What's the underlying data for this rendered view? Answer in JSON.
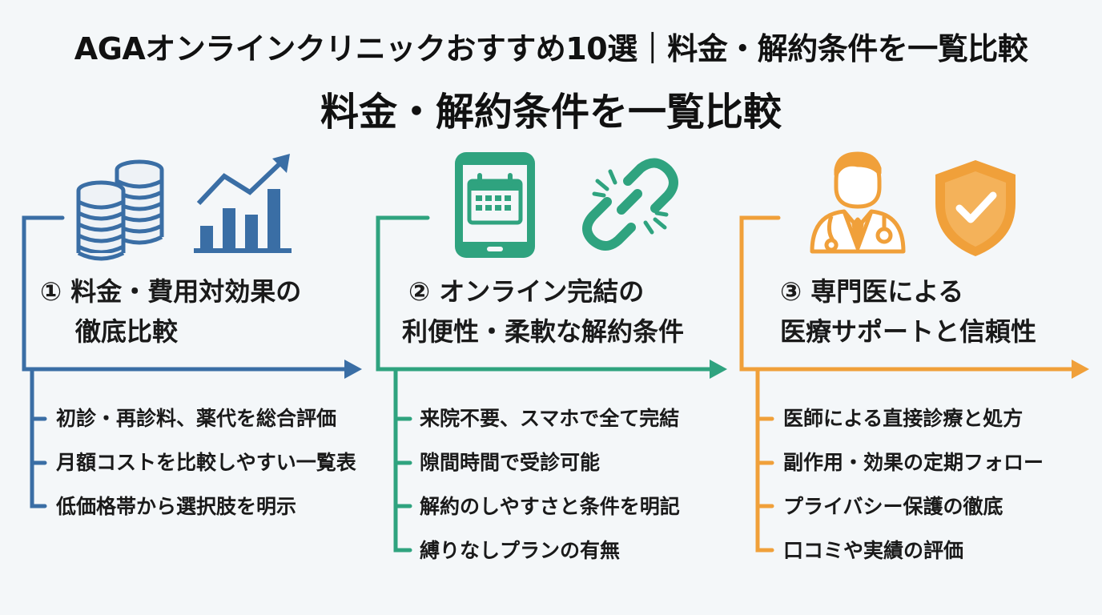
{
  "header": {
    "title": "AGAオンラインクリニックおすすめ10選｜料金・解約条件を一覧比較",
    "subtitle": "料金・解約条件を一覧比較"
  },
  "colors": {
    "blue": "#3a6ea5",
    "green": "#2fa37f",
    "orange": "#f0a03a"
  },
  "columns": [
    {
      "number": "①",
      "heading_line1": "① 料金・費用対効果の",
      "heading_line2": "徹底比較",
      "icons": [
        "coin-stack-icon",
        "growth-chart-icon"
      ],
      "items": [
        "初診・再診料、薬代を総合評価",
        "月額コストを比較しやすい一覧表",
        "低価格帯から選択肢を明示"
      ]
    },
    {
      "number": "②",
      "heading_line1": "② オンライン完結の",
      "heading_line2": "利便性・柔軟な解約条件",
      "icons": [
        "smartphone-calendar-icon",
        "broken-chain-icon"
      ],
      "items": [
        "来院不要、スマホで全て完結",
        "隙間時間で受診可能",
        "解約のしやすさと条件を明記",
        "縛りなしプランの有無"
      ]
    },
    {
      "number": "③",
      "heading_line1": "③ 専門医による",
      "heading_line2": "医療サポートと信頼性",
      "icons": [
        "doctor-icon",
        "shield-check-icon"
      ],
      "items": [
        "医師による直接診療と処方",
        "副作用・効果の定期フォロー",
        "プライバシー保護の徹底",
        "口コミや実績の評価"
      ]
    }
  ]
}
